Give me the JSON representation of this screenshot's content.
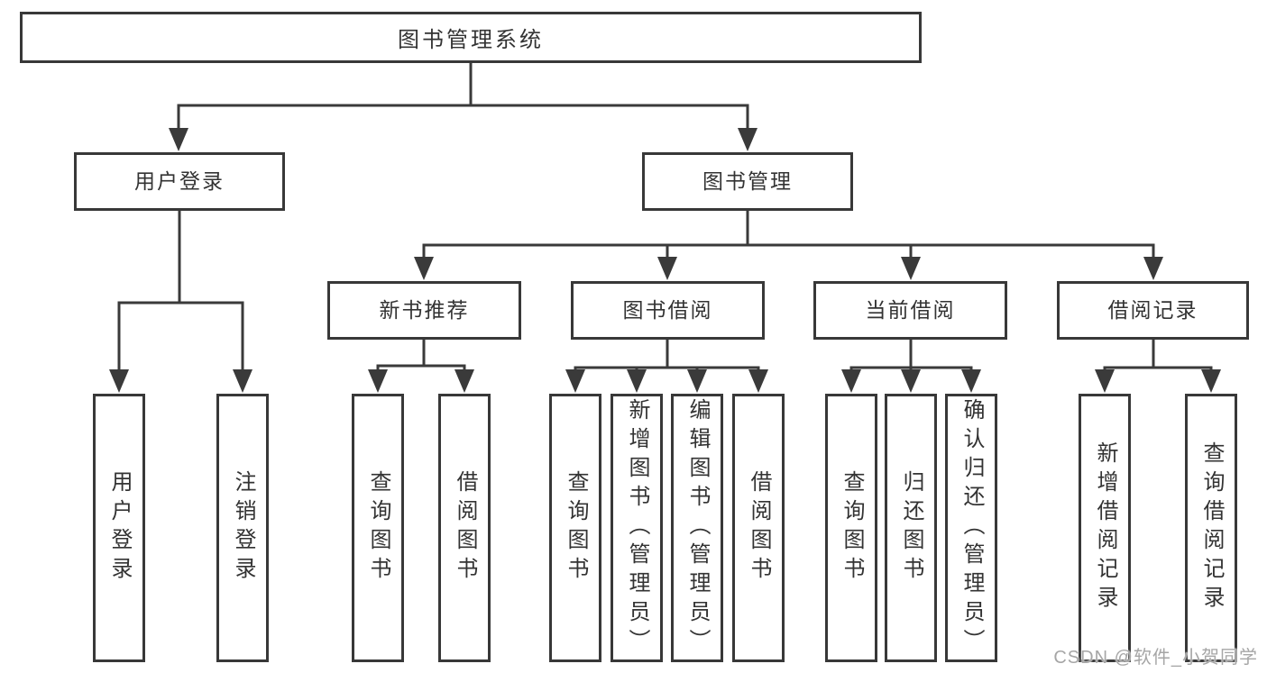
{
  "colors": {
    "line": "#3a3a3a",
    "box_border": "#383838",
    "text": "#333333",
    "background": "#ffffff",
    "watermark": "#a6a6a6"
  },
  "diagram": {
    "type": "hierarchy-tree",
    "root": {
      "label": "图书管理系统"
    },
    "level1": [
      {
        "id": "user-login",
        "label": "用户登录",
        "parent": "图书管理系统"
      },
      {
        "id": "book-management",
        "label": "图书管理",
        "parent": "图书管理系统"
      }
    ],
    "level2": [
      {
        "id": "new-book-recommend",
        "label": "新书推荐",
        "parent": "图书管理"
      },
      {
        "id": "book-borrow",
        "label": "图书借阅",
        "parent": "图书管理"
      },
      {
        "id": "current-borrow",
        "label": "当前借阅",
        "parent": "图书管理"
      },
      {
        "id": "borrow-record",
        "label": "借阅记录",
        "parent": "图书管理"
      }
    ],
    "leaves": [
      {
        "id": "user-login",
        "label": "用户登录",
        "parent": "用户登录"
      },
      {
        "id": "logout",
        "label": "注销登录",
        "parent": "用户登录"
      },
      {
        "id": "query-books-recommend",
        "label": "查询图书",
        "parent": "新书推荐"
      },
      {
        "id": "borrow-books-recommend",
        "label": "借阅图书",
        "parent": "新书推荐"
      },
      {
        "id": "query-books-borrow",
        "label": "查询图书",
        "parent": "图书借阅"
      },
      {
        "id": "add-books-admin",
        "label": "新增图书（管理员）",
        "parent": "图书借阅"
      },
      {
        "id": "edit-books-admin",
        "label": "编辑图书（管理员）",
        "parent": "图书借阅"
      },
      {
        "id": "borrow-books",
        "label": "借阅图书",
        "parent": "图书借阅"
      },
      {
        "id": "query-books-current",
        "label": "查询图书",
        "parent": "当前借阅"
      },
      {
        "id": "return-books",
        "label": "归还图书",
        "parent": "当前借阅"
      },
      {
        "id": "confirm-return-admin",
        "label": "确认归还（管理员）",
        "parent": "当前借阅"
      },
      {
        "id": "add-borrow-record",
        "label": "新增借阅记录",
        "parent": "借阅记录"
      },
      {
        "id": "query-borrow-record",
        "label": "查询借阅记录",
        "parent": "借阅记录"
      }
    ],
    "watermark": "CSDN @软件_小贺同学"
  }
}
